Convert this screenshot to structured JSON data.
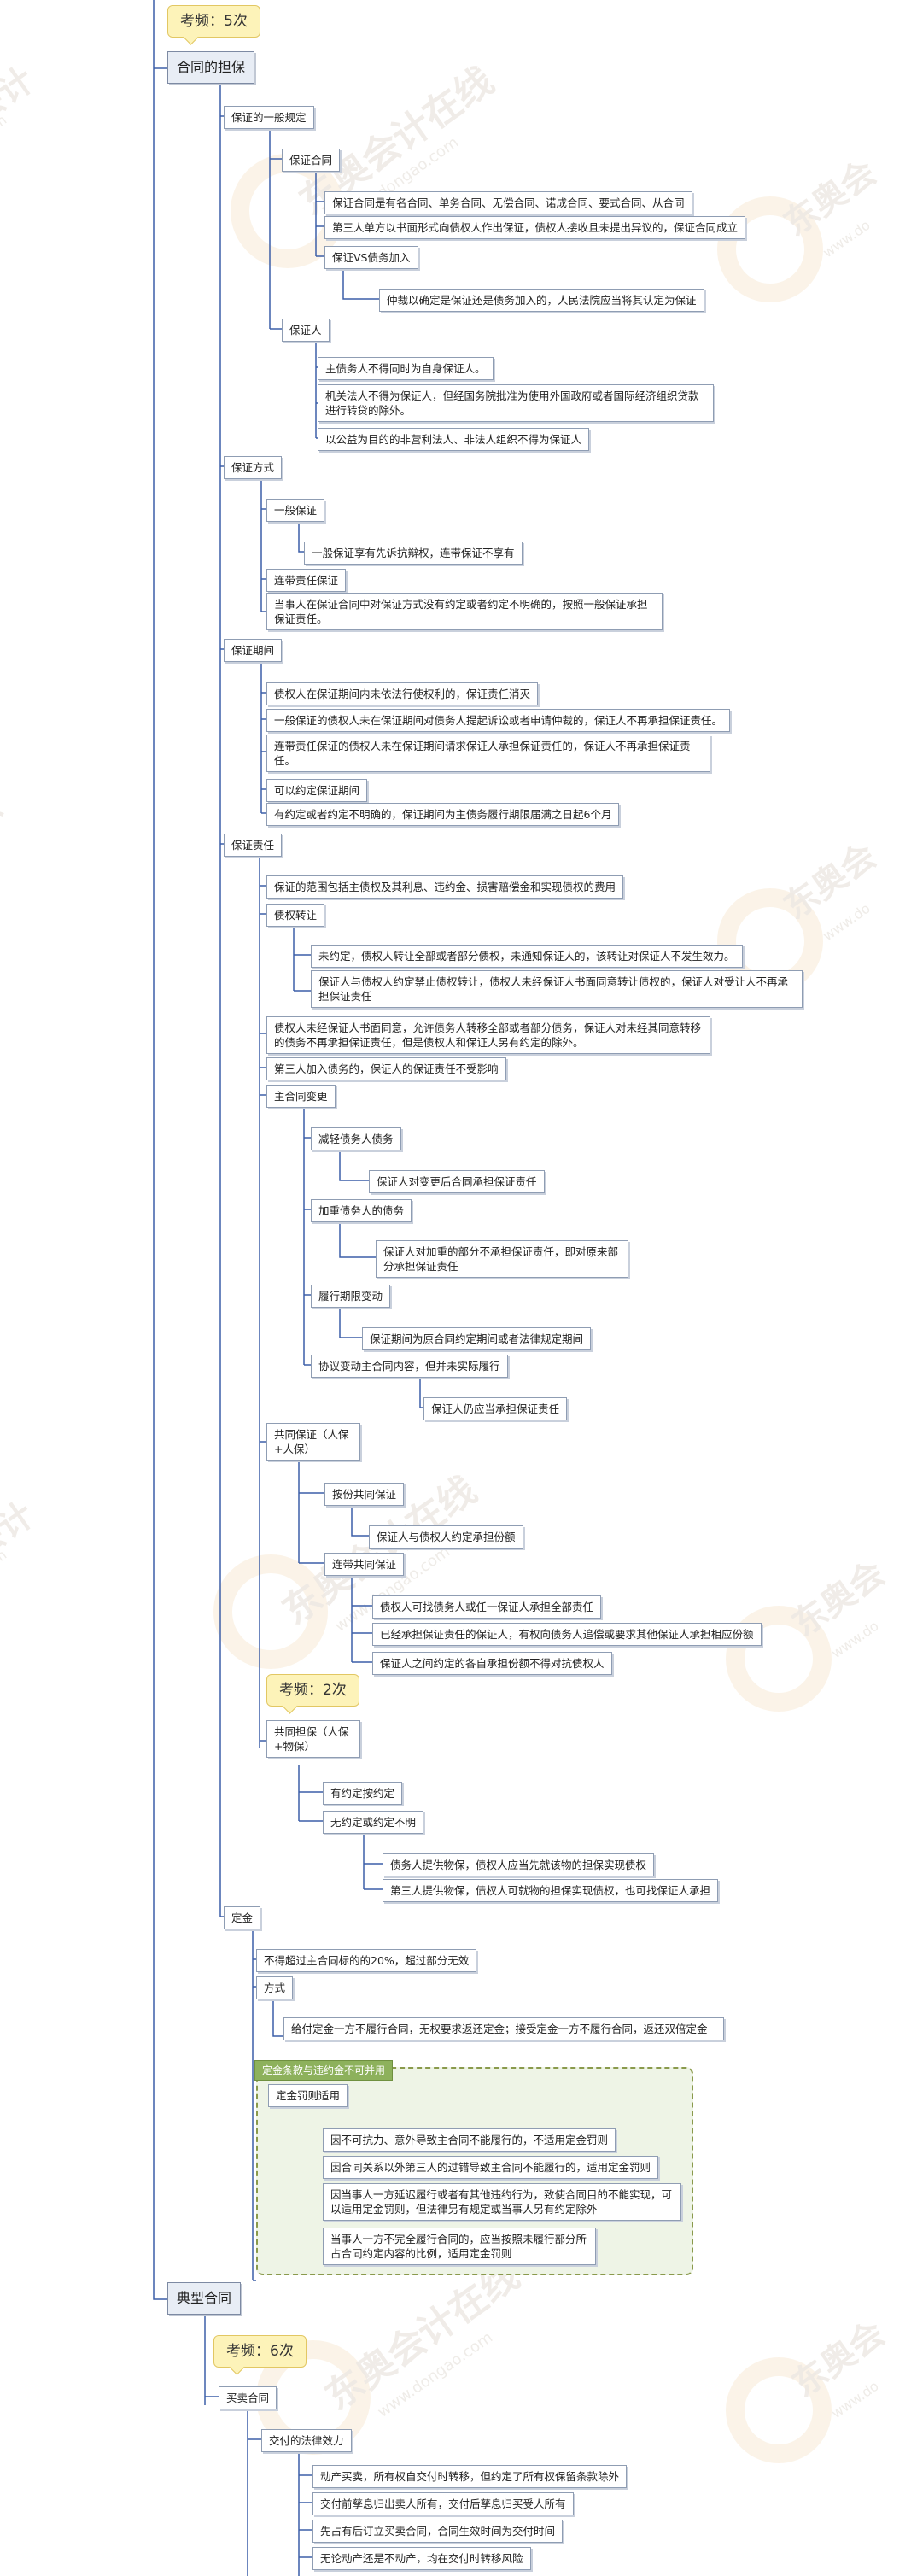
{
  "watermark": {
    "brand": "东奥会计在线",
    "url": "www.dongao.com"
  },
  "badges": {
    "b1": "考频：5次",
    "b2": "考频：2次",
    "b3": "考频：6次"
  },
  "sections": {
    "guarantee": "合同的担保",
    "typical": "典型合同"
  },
  "group_label": "定金条款与违约金不可并用",
  "nodes": {
    "n1": "保证的一般规定",
    "n2": "保证合同",
    "n3": "保证合同是有名合同、单务合同、无偿合同、诺成合同、要式合同、从合同",
    "n4": "第三人单方以书面形式向债权人作出保证，债权人接收且未提出异议的，保证合同成立",
    "n5": "保证VS债务加入",
    "n6": "仲裁以确定是保证还是债务加入的，人民法院应当将其认定为保证",
    "n7": "保证人",
    "n8": "主债务人不得同时为自身保证人。",
    "n9": "机关法人不得为保证人，但经国务院批准为使用外国政府或者国际经济组织贷款进行转贷的除外。",
    "n10": "以公益为目的的非营利法人、非法人组织不得为保证人",
    "n11": "保证方式",
    "n12": "一般保证",
    "n13": "一般保证享有先诉抗辩权，连带保证不享有",
    "n14": "连带责任保证",
    "n15": "当事人在保证合同中对保证方式没有约定或者约定不明确的，按照一般保证承担保证责任。",
    "n16": "保证期间",
    "n17": "债权人在保证期间内未依法行使权利的，保证责任消灭",
    "n18": "一般保证的债权人未在保证期间对债务人提起诉讼或者申请仲裁的，保证人不再承担保证责任。",
    "n19": "连带责任保证的债权人未在保证期间请求保证人承担保证责任的，保证人不再承担保证责任。",
    "n20": "可以约定保证期间",
    "n21": "有约定或者约定不明确的，保证期间为主债务履行期限届满之日起6个月",
    "n22": "保证责任",
    "n23": "保证的范围包括主债权及其利息、违约金、损害赔偿金和实现债权的费用",
    "n24": "债权转让",
    "n25": "未约定，债权人转让全部或者部分债权，未通知保证人的，该转让对保证人不发生效力。",
    "n26": "保证人与债权人约定禁止债权转让，债权人未经保证人书面同意转让债权的，保证人对受让人不再承担保证责任",
    "n27": "债权人未经保证人书面同意，允许债务人转移全部或者部分债务，保证人对未经其同意转移的债务不再承担保证责任，但是债权人和保证人另有约定的除外。",
    "n28": "第三人加入债务的，保证人的保证责任不受影响",
    "n29": "主合同变更",
    "n30": "减轻债务人债务",
    "n31": "保证人对变更后合同承担保证责任",
    "n32": "加重债务人的债务",
    "n33": "保证人对加重的部分不承担保证责任，即对原来部分承担保证责任",
    "n34": "履行期限变动",
    "n35": "保证期间为原合同约定期间或者法律规定期间",
    "n36": "协议变动主合同内容，但并未实际履行",
    "n37": "保证人仍应当承担保证责任",
    "n38": "共同保证（人保+人保）",
    "n39": "按份共同保证",
    "n40": "保证人与债权人约定承担份额",
    "n41": "连带共同保证",
    "n42": "债权人可找债务人或任一保证人承担全部责任",
    "n43": "已经承担保证责任的保证人，有权向债务人追偿或要求其他保证人承担相应份额",
    "n44": "保证人之间约定的各自承担份额不得对抗债权人",
    "n45": "共同担保（人保+物保）",
    "n46": "有约定按约定",
    "n47": "无约定或约定不明",
    "n48": "债务人提供物保，债权人应当先就该物的担保实现债权",
    "n49": "第三人提供物保，债权人可就物的担保实现债权，也可找保证人承担",
    "n50": "定金",
    "n51": "不得超过主合同标的的20%，超过部分无效",
    "n52": "方式",
    "n53": "给付定金一方不履行合同，无权要求返还定金；接受定金一方不履行合同，返还双倍定金",
    "n54": "定金罚则适用",
    "n55": "因不可抗力、意外导致主合同不能履行的，不适用定金罚则",
    "n56": "因合同关系以外第三人的过错导致主合同不能履行的，适用定金罚则",
    "n57": "因当事人一方延迟履行或者有其他违约行为，致使合同目的不能实现，可以适用定金罚则，但法律另有规定或当事人另有约定除外",
    "n58": "当事人一方不完全履行合同的，应当按照未履行部分所占合同约定内容的比例，适用定金罚则",
    "n59": "买卖合同",
    "n60": "交付的法律效力",
    "n61": "动产买卖，所有权自交付时转移，但约定了所有权保留条款除外",
    "n62": "交付前孳息归出卖人所有，交付后孳息归买受人所有",
    "n63": "先占有后订立买卖合同，合同生效时间为交付时间",
    "n64": "无论动产还是不动产，均在交付时转移风险"
  }
}
